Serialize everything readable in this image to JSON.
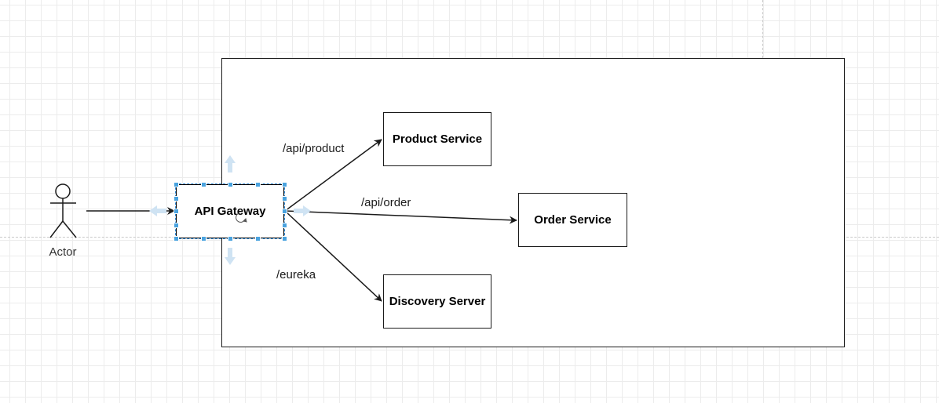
{
  "diagram": {
    "actor": {
      "label": "Actor"
    },
    "nodes": {
      "api_gateway": "API Gateway",
      "product_service": "Product Service",
      "order_service": "Order Service",
      "discovery_server": "Discovery Server"
    },
    "edges": {
      "product": "/api/product",
      "order": "/api/order",
      "eureka": "/eureka"
    }
  },
  "colors": {
    "stroke": "#1a1a1a",
    "selection": "#4aa3df",
    "grid": "#ececec"
  }
}
